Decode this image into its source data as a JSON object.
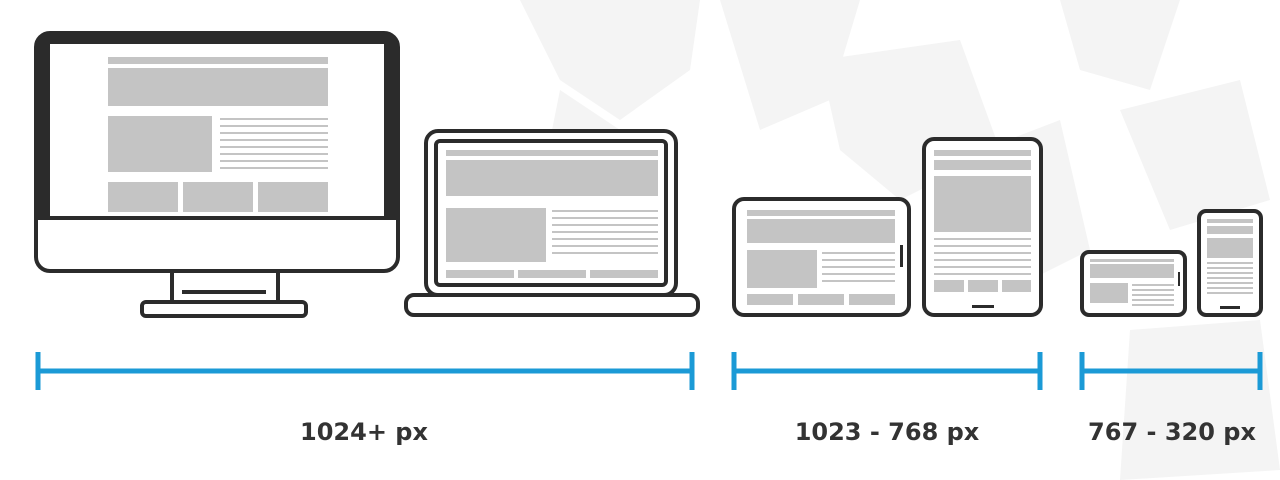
{
  "breakpoints": [
    {
      "range": "1024+ px",
      "devices": [
        "desktop monitor",
        "laptop"
      ]
    },
    {
      "range": "1023 - 768 px",
      "devices": [
        "tablet landscape",
        "tablet portrait"
      ]
    },
    {
      "range": "767 - 320 px",
      "devices": [
        "phone landscape",
        "phone portrait"
      ]
    }
  ],
  "colors": {
    "device_outline": "#2b2b2b",
    "screen_fill": "#ffffff",
    "wireframe_block": "#c4c4c4",
    "range_bar": "#1b9ad6",
    "label_text": "#333333",
    "background_decor": "#f4f4f4"
  },
  "icons": [
    "desktop-monitor-icon",
    "laptop-icon",
    "tablet-landscape-icon",
    "tablet-portrait-icon",
    "phone-landscape-icon",
    "phone-portrait-icon"
  ]
}
